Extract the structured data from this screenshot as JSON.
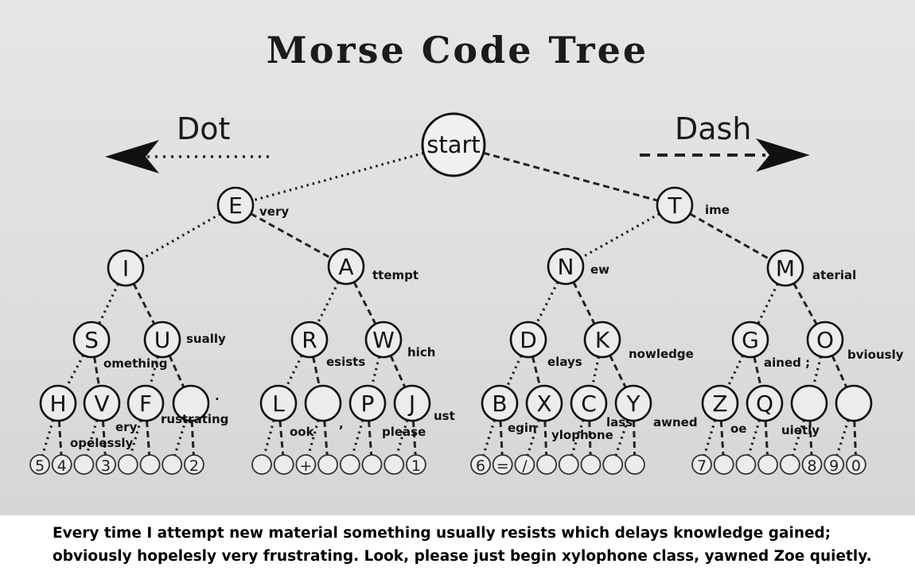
{
  "title": "Morse Code Tree",
  "dot_label": "Dot",
  "dash_label": "Dash",
  "start_label": "start",
  "letters": {
    "E": "E",
    "T": "T",
    "I": "I",
    "A": "A",
    "N": "N",
    "M": "M",
    "S": "S",
    "U": "U",
    "R": "R",
    "W": "W",
    "D": "D",
    "K": "K",
    "G": "G",
    "O": "O",
    "H": "H",
    "V": "V",
    "F": "F",
    "L": "L",
    "P": "P",
    "J": "J",
    "B": "B",
    "X": "X",
    "C": "C",
    "Y": "Y",
    "Z": "Z",
    "Q": "Q"
  },
  "leaves": {
    "five": "5",
    "four": "4",
    "three": "3",
    "two": "2",
    "plus": "+",
    "one": "1",
    "six": "6",
    "equals": "=",
    "slash": "/",
    "seven": "7",
    "eight": "8",
    "nine": "9",
    "zero": "0"
  },
  "annotations": {
    "E": "very",
    "T": "ime",
    "A": "ttempt",
    "N": "ew",
    "M": "aterial",
    "U": "sually",
    "S": "omething",
    "R": "esists",
    "W": "hich",
    "D": "elays",
    "K": "nowledge",
    "G": "ained ;",
    "O": "bviously",
    "dot_mark": ".",
    "V": "ery",
    "F": "rustrating",
    "H": "opelessly",
    "L": "ook",
    "comma": ",",
    "P": "please",
    "J": "ust",
    "B": "egin",
    "X": "ylophone",
    "C": "lass",
    "Y": "awned",
    "Z": "oe",
    "Q": "uietly"
  },
  "caption": {
    "line1": "Every time I attempt new material something usually resists which delays knowledge gained;",
    "line2": "obviously hopelesly very frustrating. Look, please just begin xylophone class, yawned Zoe quietly."
  }
}
